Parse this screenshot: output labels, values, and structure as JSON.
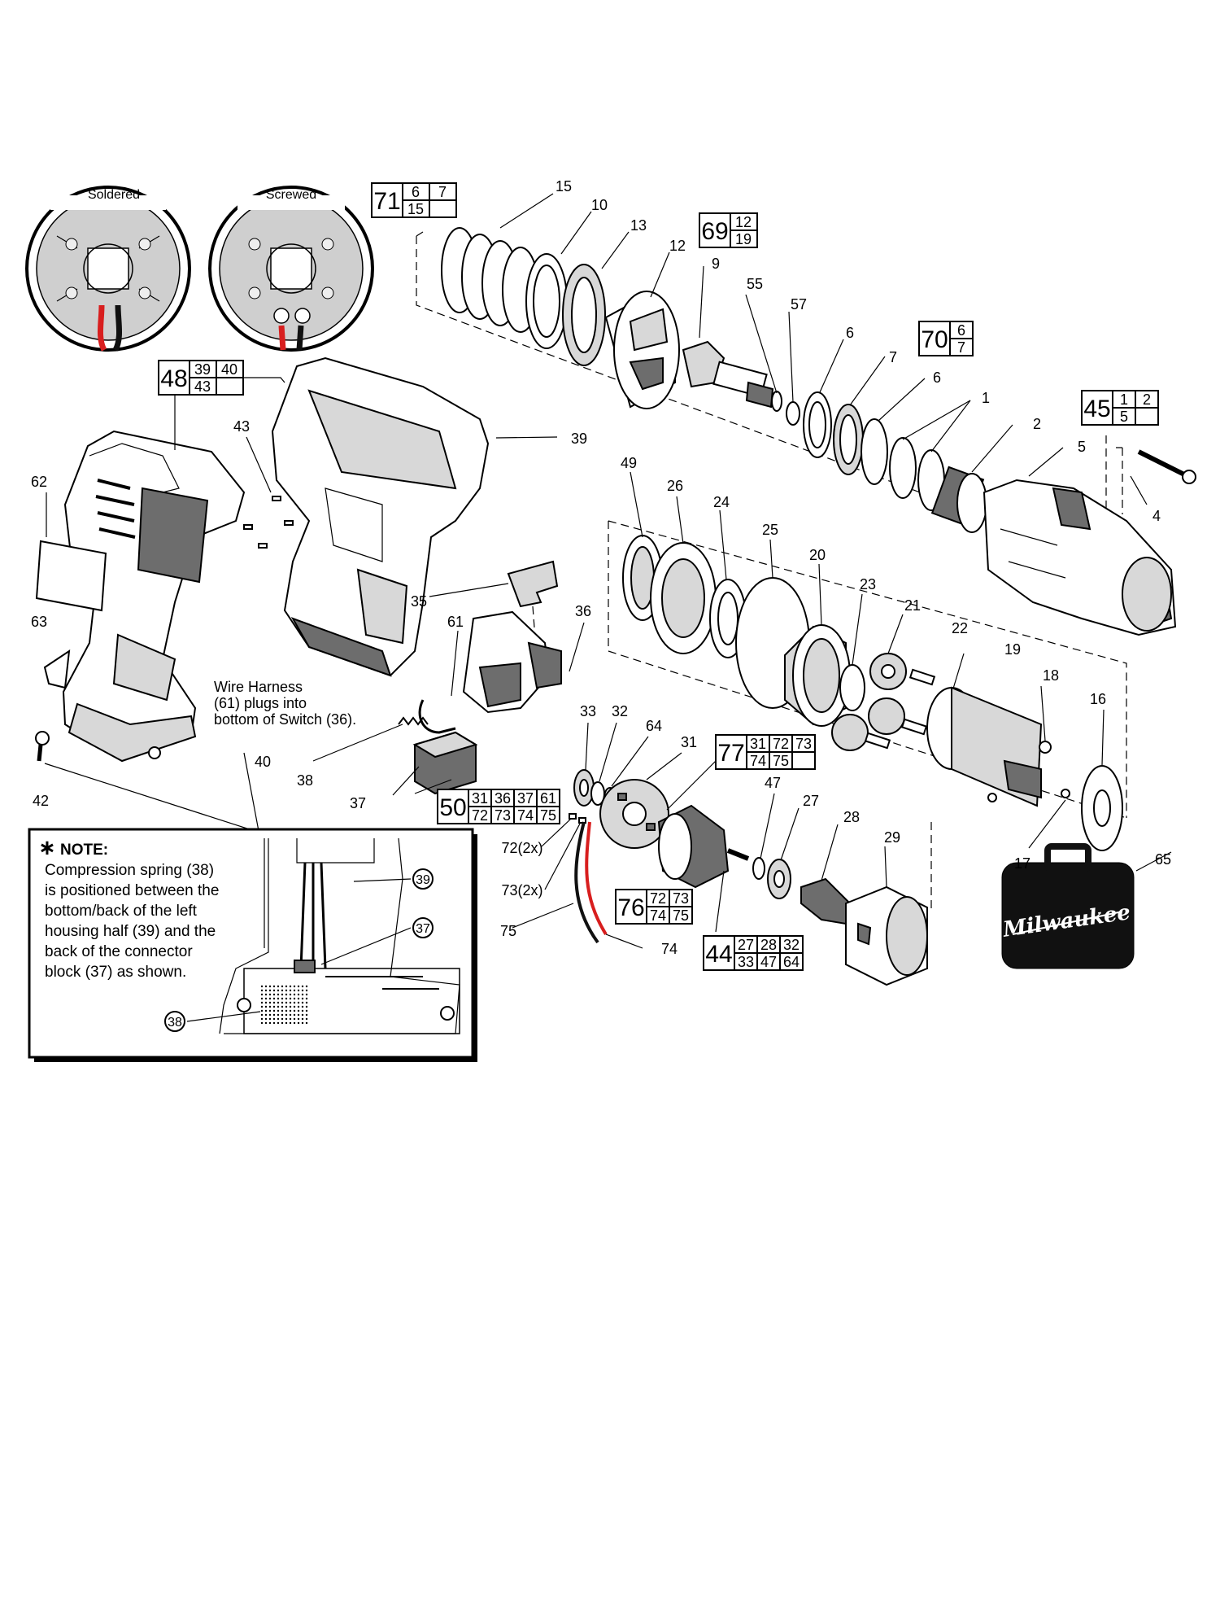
{
  "detail_circles": {
    "left_title": "Soldered",
    "right_title": "Screwed"
  },
  "callout_boxes": [
    {
      "id": "71",
      "subs": [
        "6",
        "7",
        "15",
        ""
      ]
    },
    {
      "id": "69",
      "subs": [
        "12",
        "19"
      ]
    },
    {
      "id": "70",
      "subs": [
        "6",
        "7"
      ]
    },
    {
      "id": "48",
      "subs": [
        "39",
        "40",
        "43",
        ""
      ]
    },
    {
      "id": "45",
      "subs": [
        "1",
        "2",
        "5",
        ""
      ]
    },
    {
      "id": "77",
      "subs": [
        "31",
        "72",
        "73",
        "74",
        "75",
        ""
      ]
    },
    {
      "id": "50",
      "subs": [
        "31",
        "36",
        "37",
        "61",
        "72",
        "73",
        "74",
        "75"
      ]
    },
    {
      "id": "76",
      "subs": [
        "72",
        "73",
        "74",
        "75"
      ]
    },
    {
      "id": "44",
      "subs": [
        "27",
        "28",
        "32",
        "33",
        "47",
        "64"
      ]
    }
  ],
  "part_labels": {
    "p15": "15",
    "p10": "10",
    "p13": "13",
    "p12": "12",
    "p9": "9",
    "p55": "55",
    "p57": "57",
    "p6a": "6",
    "p7": "7",
    "p6b": "6",
    "p1": "1",
    "p2": "2",
    "p5": "5",
    "p4": "4",
    "p39": "39",
    "p43": "43",
    "p62": "62",
    "p49": "49",
    "p26": "26",
    "p24": "24",
    "p25": "25",
    "p20": "20",
    "p23": "23",
    "p21": "21",
    "p22": "22",
    "p19": "19",
    "p18": "18",
    "p16": "16",
    "p35": "35",
    "p61": "61",
    "p36": "36",
    "p63": "63",
    "p33": "33",
    "p32": "32",
    "p64": "64",
    "p31": "31",
    "p38": "38",
    "p40": "40",
    "p42": "42",
    "p37": "37",
    "p47": "47",
    "p27": "27",
    "p28": "28",
    "p29": "29",
    "p17": "17",
    "p65": "65",
    "p72": "72(2x)",
    "p73": "73(2x)",
    "p75": "75",
    "p74": "74"
  },
  "wire_harness_note": [
    "Wire Harness",
    "(61) plugs into",
    "bottom of Switch (36)."
  ],
  "note_box": {
    "title": "NOTE:",
    "lines": [
      "Compression spring (38)",
      "is positioned between the",
      "bottom/back of the left",
      "housing half (39) and the",
      "back of the connector",
      "block (37) as shown."
    ],
    "callouts": [
      "39",
      "37",
      "38"
    ]
  },
  "case_logo": "Milwaukee",
  "colors": {
    "wire_red": "#d81e1e",
    "wire_black": "#111111"
  }
}
